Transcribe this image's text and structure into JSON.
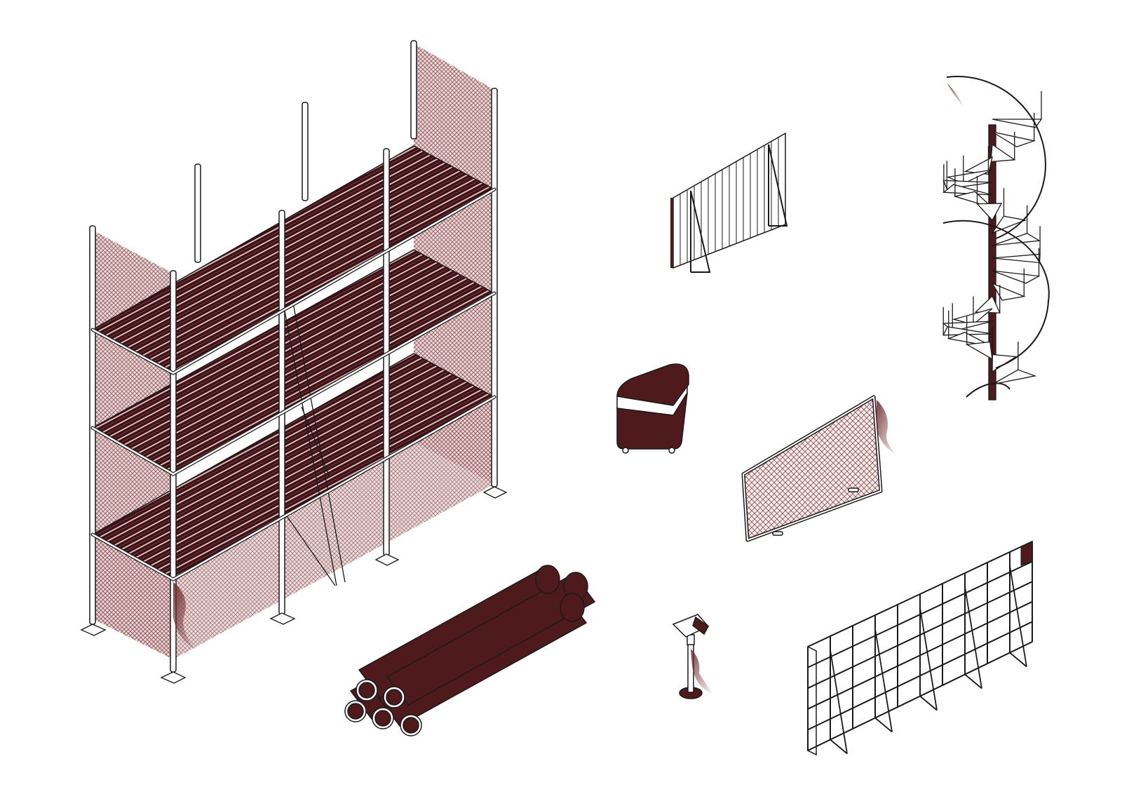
{
  "page": {
    "background": "#ffffff"
  },
  "palette": {
    "maroon": "#4e1a1c",
    "mesh": "#8a4a4c",
    "mesh_fill": "#c9a3a4",
    "ink": "#1a1a1a",
    "white": "#ffffff"
  },
  "objects": [
    {
      "id": "scaffolding",
      "icon": "scaffolding-tower-icon"
    },
    {
      "id": "stacked-pipes",
      "icon": "pipe-stack-icon"
    },
    {
      "id": "corrugated-fence-panel",
      "icon": "corrugated-sheet-icon"
    },
    {
      "id": "storage-bin",
      "icon": "bin-icon"
    },
    {
      "id": "spiral-staircase",
      "icon": "spiral-stair-icon"
    },
    {
      "id": "mesh-barrier",
      "icon": "mesh-barrier-icon"
    },
    {
      "id": "security-camera",
      "icon": "camera-icon"
    },
    {
      "id": "grid-fence-wall",
      "icon": "grid-fence-icon"
    }
  ]
}
